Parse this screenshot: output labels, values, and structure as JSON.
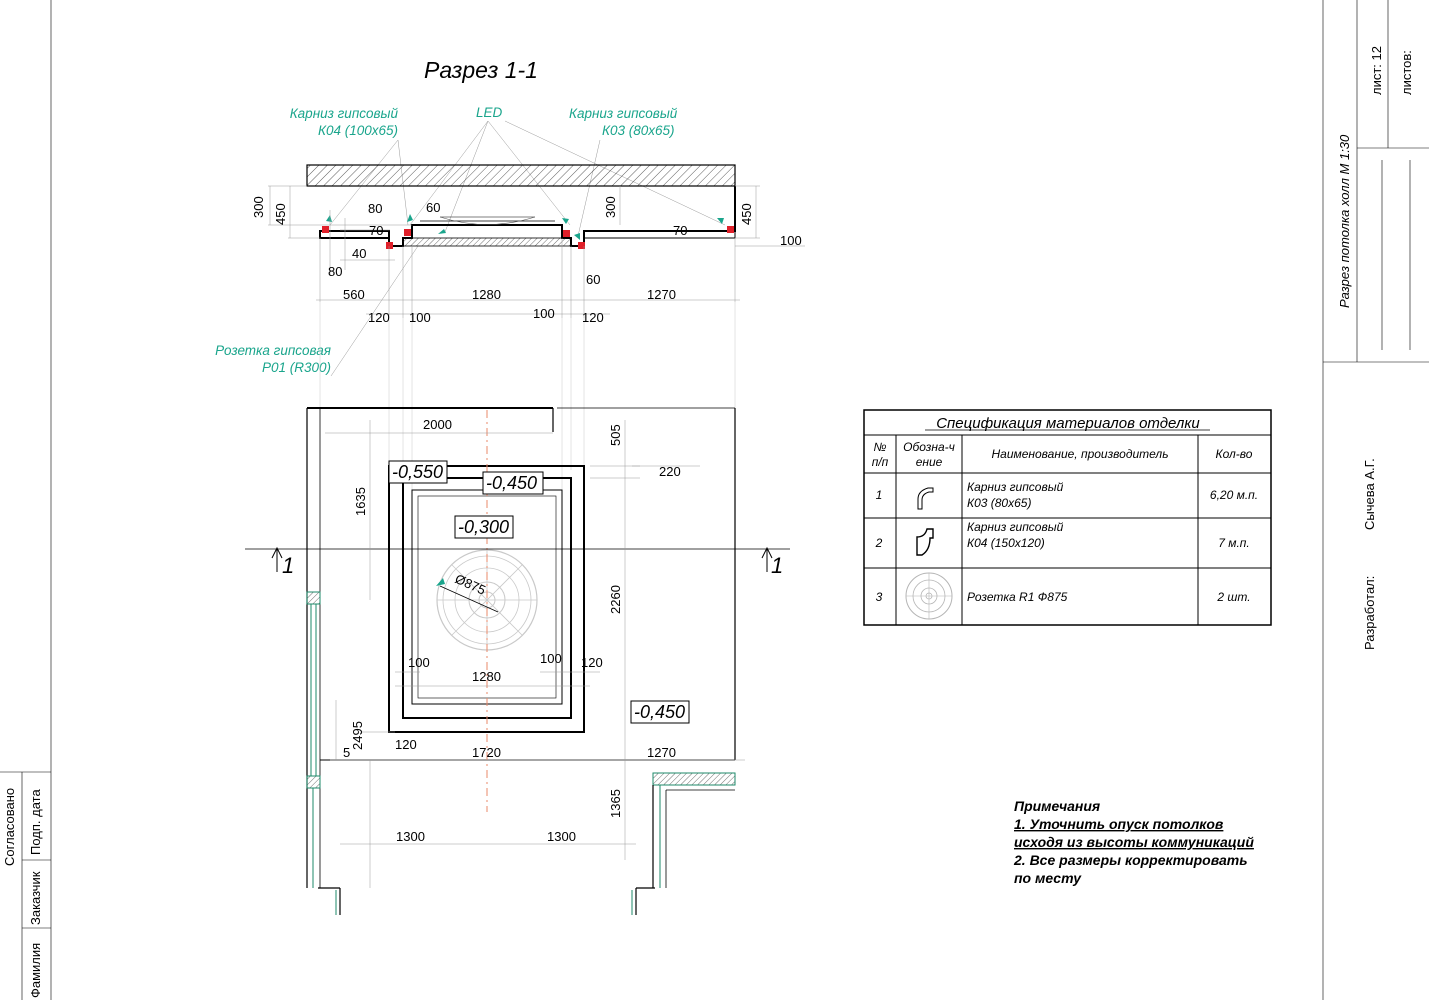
{
  "section_title": "Разрез 1-1",
  "callouts": {
    "cornice_left_1": "Карниз гипсовый",
    "cornice_left_2": "К04 (100х65)",
    "led": "LED",
    "cornice_right_1": "Карниз гипсовый",
    "cornice_right_2": "К03 (80х65)",
    "rosette_1": "Розетка гипсовая",
    "rosette_2": "Р01 (R300)"
  },
  "section_dims": {
    "d300_left": "300",
    "d450_left": "450",
    "d80_top": "80",
    "d70_left": "70",
    "d40": "40",
    "d60_top": "60",
    "d80_bottom": "80",
    "d300_right": "300",
    "d70_right": "70",
    "d450_right": "450",
    "d100_right": "100",
    "d60_bottom": "60",
    "d560": "560",
    "d1280": "1280",
    "d1270": "1270",
    "d120_left": "120",
    "d100_left": "100",
    "d100_mid": "100",
    "d120_right": "120"
  },
  "plan_dims": {
    "d2000": "2000",
    "d505": "505",
    "d220": "220",
    "d1635": "1635",
    "d875": "Ø875",
    "d2260": "2260",
    "d100_l": "100",
    "d100_r": "100",
    "d120_r": "120",
    "d1280": "1280",
    "d2495": "2495",
    "d5": "5",
    "d120_b": "120",
    "d1720": "1720",
    "d1270": "1270",
    "d1365": "1365",
    "d1300_l": "1300",
    "d1300_r": "1300"
  },
  "levels": {
    "l550": "-0,550",
    "l450_top": "-0,450",
    "l300": "-0,300",
    "l450_side": "-0,450"
  },
  "section_marks": {
    "left": "1",
    "right": "1"
  },
  "spec": {
    "title": "Спецификация материалов отделки",
    "headers": {
      "num_1": "№",
      "num_2": "п/п",
      "code_1": "Обозна-ч",
      "code_2": "ение",
      "name": "Наименование, производитель",
      "qty": "Кол-во"
    },
    "rows": [
      {
        "num": "1",
        "name_1": "Карниз гипсовый",
        "name_2": "К03 (80х65)",
        "qty": "6,20 м.п."
      },
      {
        "num": "2",
        "name_1": "Карниз гипсовый",
        "name_2": "К04 (150х120)",
        "qty": "7 м.п."
      },
      {
        "num": "3",
        "name_1": "Розетка R1 Ф875",
        "name_2": "",
        "qty": "2 шт."
      }
    ]
  },
  "notes": {
    "heading": "Примечания",
    "line1": "1. Уточнить опуск потолков",
    "line2": "исходя из высоты коммуникаций",
    "line3": "2. Все размеры корректировать",
    "line4": "по месту"
  },
  "stamp": {
    "sheet_title": "Разрез потолка холл  М 1:30",
    "sheet_no": "лист: 12",
    "sheets": "листов:",
    "developed_label": "Разработал:",
    "developer": "Сычева А.Г.",
    "approved": "Согласовано",
    "client": "Заказчик",
    "surname": "Фамилия",
    "sign_date": "Подп. дата"
  },
  "colors": {
    "accent": "#1aa58c",
    "marker_red": "#e0202a",
    "axis_orange": "#e8896a",
    "wall_green": "#1e8a6a"
  }
}
